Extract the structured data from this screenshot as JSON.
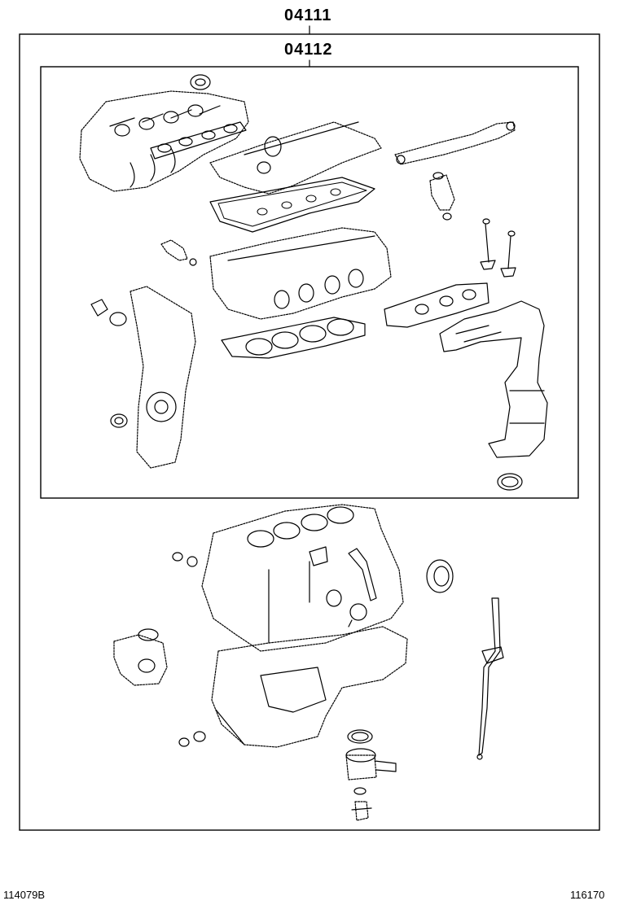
{
  "labels": {
    "outer_kit": "04111",
    "inner_kit": "04112"
  },
  "footer": {
    "left_code": "114079B",
    "right_code": "116170"
  },
  "colors": {
    "line": "#000000",
    "background": "#ffffff"
  }
}
